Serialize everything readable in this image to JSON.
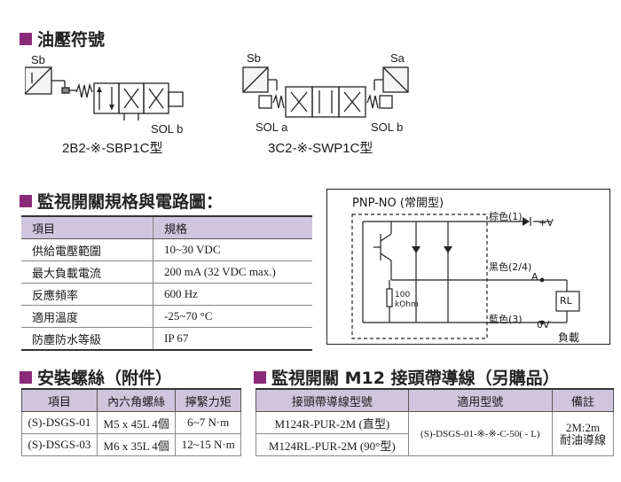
{
  "sections": {
    "hydraulic": "油壓符號",
    "switch_spec": "監視開關規格與電路圖：",
    "mount_screw": "安裝螺絲（附件）",
    "cable": "監視開關 M12 接頭帶導線（另購品）"
  },
  "symbols": {
    "left": {
      "sb": "Sb",
      "sol_b": "SOL b",
      "caption": "2B2-※-SBP1C型"
    },
    "right": {
      "sb": "Sb",
      "sa": "Sa",
      "sol_a": "SOL a",
      "sol_b": "SOL b",
      "caption": "3C2-※-SWP1C型"
    }
  },
  "spec_table": {
    "headers": [
      "項目",
      "規格"
    ],
    "rows": [
      [
        "供給電壓範圍",
        "10~30 VDC"
      ],
      [
        "最大負載電流",
        "200 mA (32 VDC max.)"
      ],
      [
        "反應頻率",
        "600 Hz"
      ],
      [
        "適用溫度",
        "-25~70 °C"
      ],
      [
        "防塵防水等級",
        "IP 67"
      ]
    ]
  },
  "circuit": {
    "title": "PNP-NO (常開型)",
    "wire1": "棕色(1)",
    "v_plus": "+V",
    "wire2": "黑色(2/4)",
    "a_label": "A",
    "wire3": "藍色(3)",
    "zero_v": "0V",
    "resistor": "100\nkOhm",
    "load_label": "RL",
    "load": "負載"
  },
  "screw_table": {
    "headers": [
      "項目",
      "內六角螺絲",
      "擰緊力矩"
    ],
    "rows": [
      [
        "(S)-DSGS-01",
        "M5 x 45L  4個",
        "6~7 N·m"
      ],
      [
        "(S)-DSGS-03",
        "M6 x 35L  4個",
        "12~15 N·m"
      ]
    ]
  },
  "cable_table": {
    "headers": [
      "接頭帶導線型號",
      "適用型號",
      "備註"
    ],
    "rows": [
      [
        "M124R-PUR-2M (直型)"
      ],
      [
        "M124RL-PUR-2M (90°型)"
      ]
    ],
    "applicable": "(S)-DSGS-01-※-※-C-50( - L)",
    "note": "2M:2m\n耐油導線"
  }
}
